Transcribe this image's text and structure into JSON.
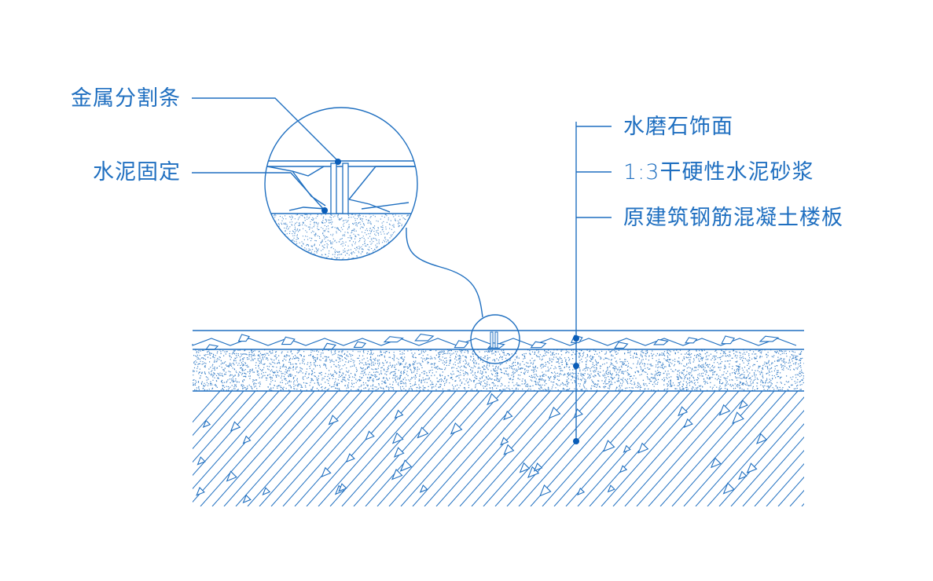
{
  "colors": {
    "ink": "#1f6fc0",
    "dot": "#0a5db8",
    "background": "#ffffff"
  },
  "labels": {
    "metal_strip": "金属分割条",
    "cement_fix": "水泥固定",
    "terrazzo_finish": "水磨石饰面",
    "dry_mortar": "1:3干硬性水泥砂浆",
    "concrete_slab": "原建筑钢筋混凝土楼板"
  }
}
